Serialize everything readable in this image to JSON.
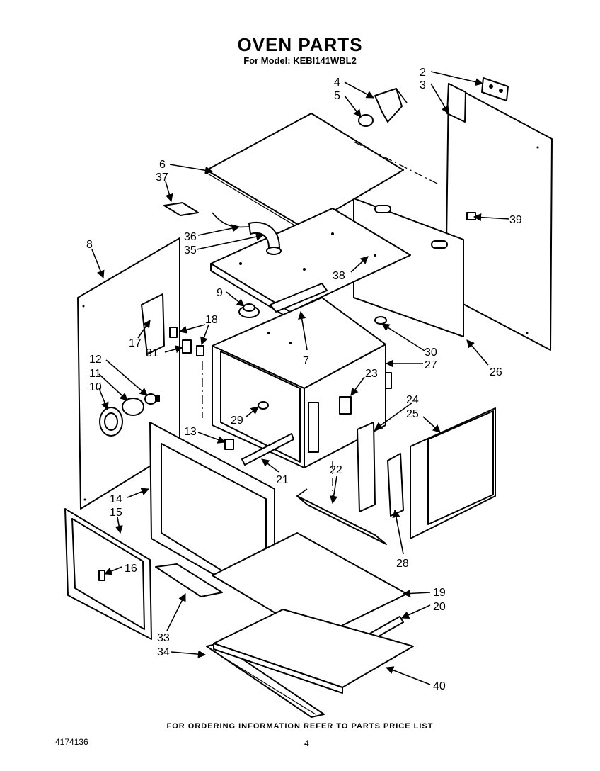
{
  "title": "OVEN PARTS",
  "subtitle": "For Model: KEBI141WBL2",
  "footer_note": "FOR ORDERING INFORMATION REFER TO PARTS PRICE LIST",
  "doc_number": "4174136",
  "page_number": "4",
  "callouts": {
    "c2": "2",
    "c3": "3",
    "c4": "4",
    "c5": "5",
    "c6": "6",
    "c7": "7",
    "c8": "8",
    "c9": "9",
    "c10": "10",
    "c11": "11",
    "c12": "12",
    "c13": "13",
    "c14": "14",
    "c15": "15",
    "c16": "16",
    "c17": "17",
    "c18": "18",
    "c19": "19",
    "c20": "20",
    "c21": "21",
    "c22": "22",
    "c23": "23",
    "c24": "24",
    "c25": "25",
    "c26": "26",
    "c27": "27",
    "c28": "28",
    "c29": "29",
    "c30": "30",
    "c31": "31",
    "c33": "33",
    "c34": "34",
    "c35": "35",
    "c36": "36",
    "c37": "37",
    "c38": "38",
    "c39": "39",
    "c40": "40"
  }
}
